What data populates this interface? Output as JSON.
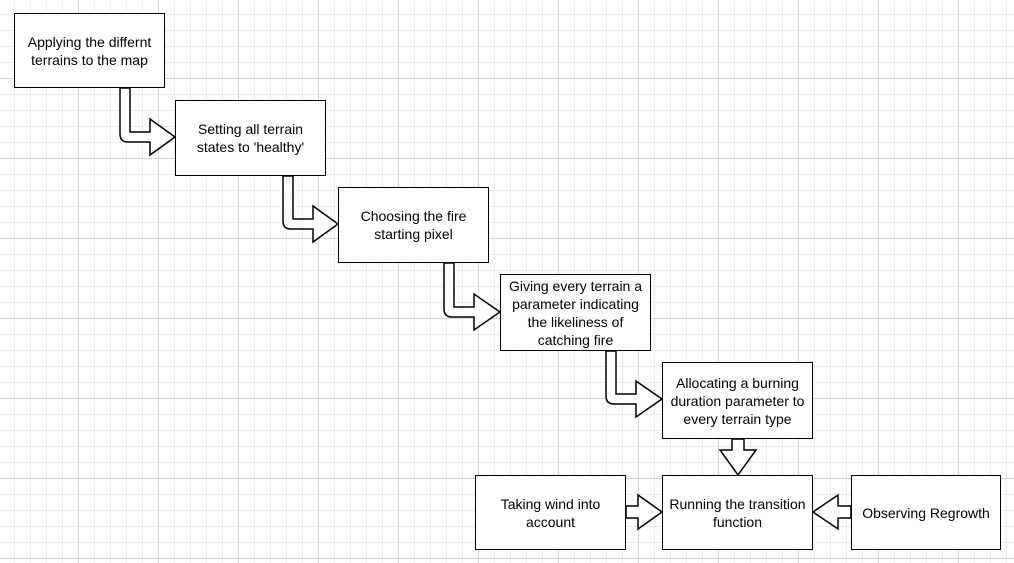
{
  "diagram": {
    "steps": [
      "Applying the differnt terrains to the map",
      "Setting all terrain states to 'healthy'",
      "Choosing the fire starting pixel",
      "Giving every terrain a parameter indicating the likeliness of catching fire",
      "Allocating a burning duration parameter to every terrain type"
    ],
    "transition": "Running the transition function",
    "wind": "Taking wind into account",
    "regrowth": "Observing Regrowth"
  }
}
